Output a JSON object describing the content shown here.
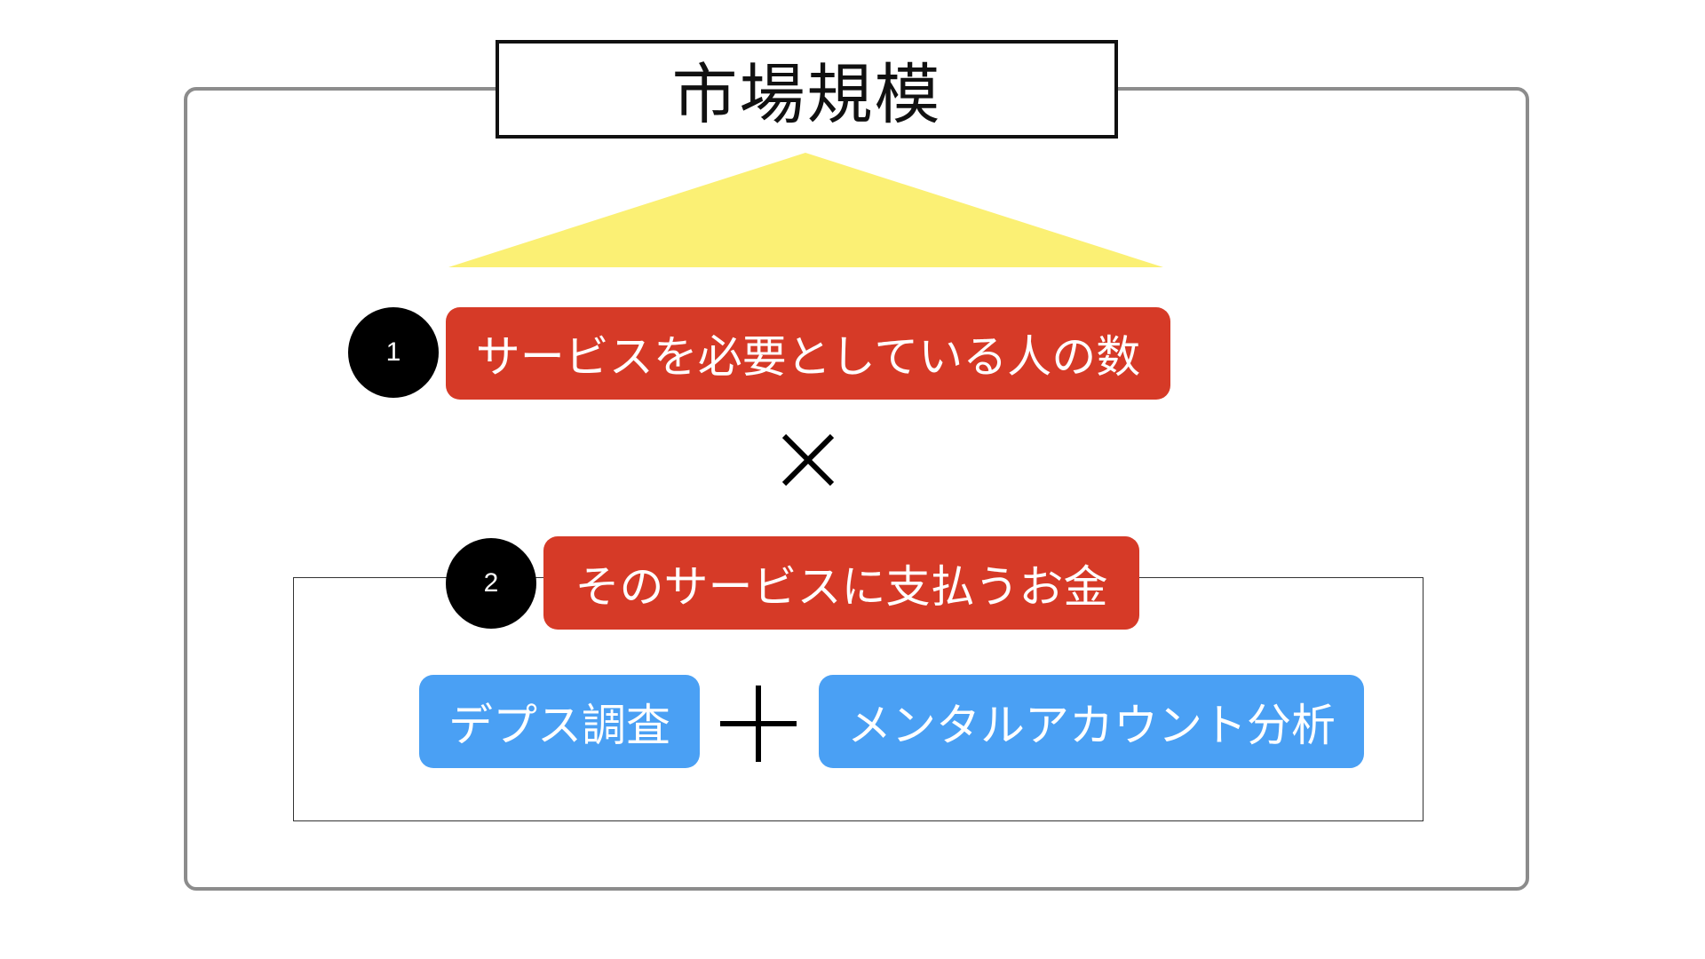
{
  "title": "市場規模",
  "factors": [
    {
      "number": "1",
      "label": "サービスを必要としている人の数"
    },
    {
      "number": "2",
      "label": "そのサービスに支払うお金"
    }
  ],
  "multiply_operator": "×",
  "plus_operator": "＋",
  "methods": [
    {
      "label": "デプス調査"
    },
    {
      "label": "メンタルアカウント分析"
    }
  ],
  "colors": {
    "factor_pill": "#d63a27",
    "method_pill": "#4aa0f4",
    "triangle": "#fbf074",
    "outer_frame": "#8c8c8c"
  }
}
